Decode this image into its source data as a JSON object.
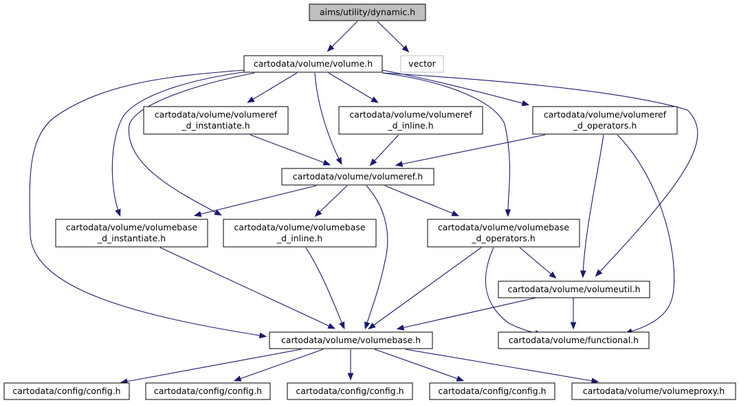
{
  "colors": {
    "edge": "#191970",
    "root_fill": "#bfbfbf",
    "external_stroke": "#bfbfbf",
    "border": "#000000"
  },
  "nodes": {
    "dynamic": {
      "lines": [
        "aims/utility/dynamic.h"
      ]
    },
    "vector": {
      "lines": [
        "vector"
      ]
    },
    "volume": {
      "lines": [
        "cartodata/volume/volume.h"
      ]
    },
    "vref_inst": {
      "lines": [
        "cartodata/volume/volumeref",
        "_d_instantiate.h"
      ]
    },
    "vref_inline": {
      "lines": [
        "cartodata/volume/volumeref",
        "_d_inline.h"
      ]
    },
    "vref_ops": {
      "lines": [
        "cartodata/volume/volumeref",
        "_d_operators.h"
      ]
    },
    "volumeref": {
      "lines": [
        "cartodata/volume/volumeref.h"
      ]
    },
    "vbase_inst": {
      "lines": [
        "cartodata/volume/volumebase",
        "_d_instantiate.h"
      ]
    },
    "vbase_inline": {
      "lines": [
        "cartodata/volume/volumebase",
        "_d_inline.h"
      ]
    },
    "vbase_ops": {
      "lines": [
        "cartodata/volume/volumebase",
        "_d_operators.h"
      ]
    },
    "volumeutil": {
      "lines": [
        "cartodata/volume/volumeutil.h"
      ]
    },
    "volumebase": {
      "lines": [
        "cartodata/volume/volumebase.h"
      ]
    },
    "functional": {
      "lines": [
        "cartodata/volume/functional.h"
      ]
    },
    "config1": {
      "lines": [
        "cartodata/config/config.h"
      ]
    },
    "config2": {
      "lines": [
        "cartodata/config/config.h"
      ]
    },
    "config3": {
      "lines": [
        "cartodata/config/config.h"
      ]
    },
    "config4": {
      "lines": [
        "cartodata/config/config.h"
      ]
    },
    "volumeproxy": {
      "lines": [
        "cartodata/volume/volumeproxy.h"
      ]
    }
  },
  "edges": [
    [
      "dynamic",
      "volume"
    ],
    [
      "dynamic",
      "vector"
    ],
    [
      "volume",
      "vref_inst"
    ],
    [
      "volume",
      "vref_inline"
    ],
    [
      "volume",
      "vref_ops"
    ],
    [
      "volume",
      "volumeref"
    ],
    [
      "volume",
      "vbase_inst"
    ],
    [
      "volume",
      "vbase_inline"
    ],
    [
      "volume",
      "vbase_ops"
    ],
    [
      "volume",
      "volumeutil"
    ],
    [
      "volume",
      "volumebase"
    ],
    [
      "vref_inst",
      "volumeref"
    ],
    [
      "vref_inline",
      "volumeref"
    ],
    [
      "vref_ops",
      "volumeref"
    ],
    [
      "vref_ops",
      "volumeutil"
    ],
    [
      "vref_ops",
      "functional"
    ],
    [
      "volumeref",
      "vbase_inst"
    ],
    [
      "volumeref",
      "vbase_inline"
    ],
    [
      "volumeref",
      "vbase_ops"
    ],
    [
      "volumeref",
      "volumebase"
    ],
    [
      "vbase_inst",
      "volumebase"
    ],
    [
      "vbase_inline",
      "volumebase"
    ],
    [
      "vbase_ops",
      "volumebase"
    ],
    [
      "vbase_ops",
      "volumeutil"
    ],
    [
      "vbase_ops",
      "functional"
    ],
    [
      "volumeutil",
      "volumebase"
    ],
    [
      "volumeutil",
      "functional"
    ],
    [
      "volumebase",
      "config1"
    ],
    [
      "volumebase",
      "config2"
    ],
    [
      "volumebase",
      "config3"
    ],
    [
      "volumebase",
      "config4"
    ],
    [
      "volumebase",
      "volumeproxy"
    ]
  ]
}
